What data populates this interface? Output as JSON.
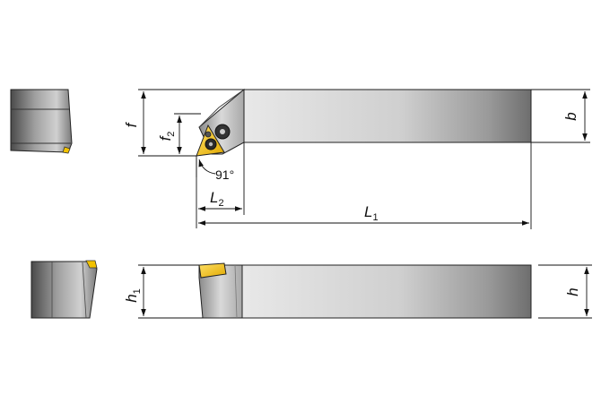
{
  "labels": {
    "f": "f",
    "f2_base": "f",
    "f2_sub": "2",
    "angle": "91°",
    "l2_base": "L",
    "l2_sub": "2",
    "l1_base": "L",
    "l1_sub": "1",
    "b": "b",
    "h1_base": "h",
    "h1_sub": "1",
    "h": "h"
  },
  "colors": {
    "body_light": "#e6e6e6",
    "body_mid": "#b4b4b4",
    "body_dark": "#5a5a5a",
    "insert": "#f2c200",
    "line": "#111111"
  }
}
